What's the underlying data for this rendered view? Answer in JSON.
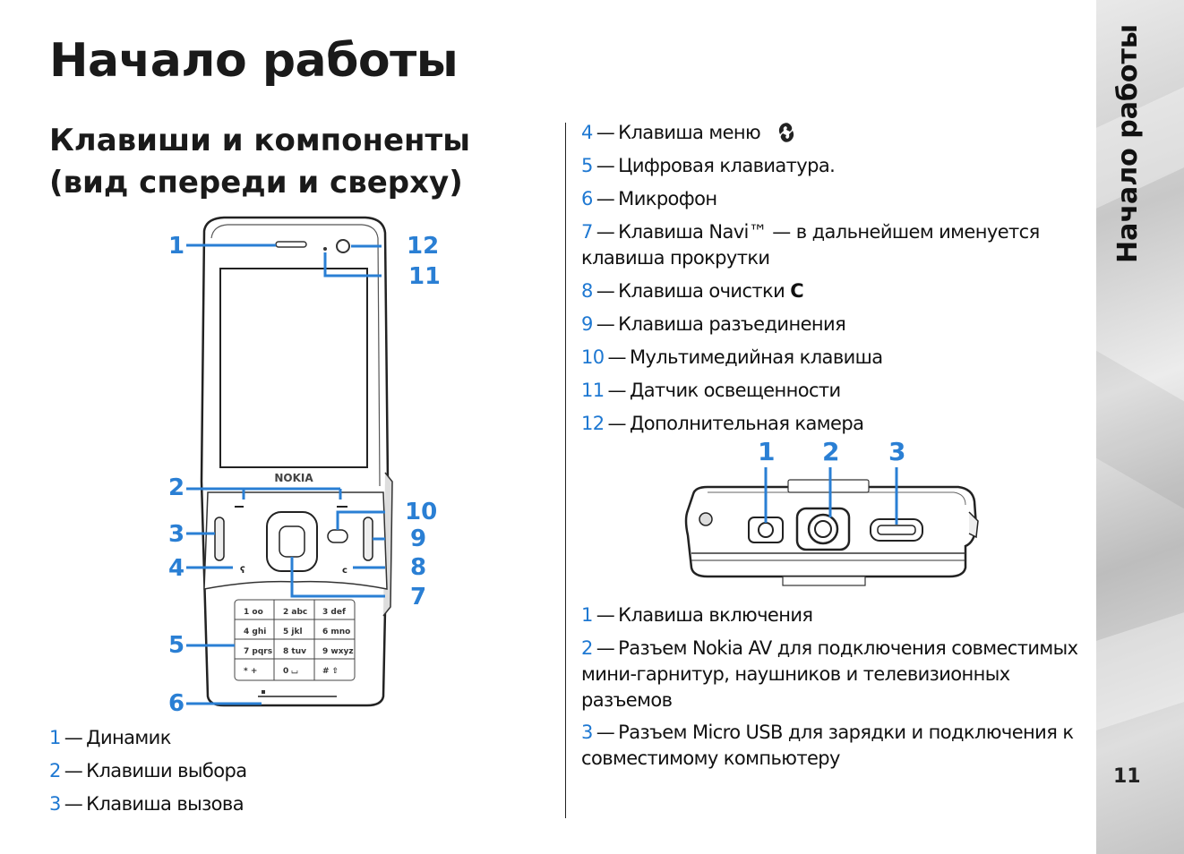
{
  "page": {
    "title": "Начало работы",
    "section_title": "Клавиши и компоненты (вид спереди и сверху)",
    "side_tab": "Начало работы",
    "page_number": "11"
  },
  "front_list": [
    {
      "num": "1",
      "text": "Динамик"
    },
    {
      "num": "2",
      "text": "Клавиши выбора"
    },
    {
      "num": "3",
      "text": "Клавиша вызова"
    },
    {
      "num": "4",
      "text": "Клавиша меню"
    },
    {
      "num": "5",
      "text": "Цифровая клавиатура."
    },
    {
      "num": "6",
      "text": "Микрофон"
    },
    {
      "num": "7",
      "text": "Клавиша Navi™ — в дальнейшем именуется клавиша прокрутки"
    },
    {
      "num": "8",
      "text": "Клавиша очистки",
      "key": "C"
    },
    {
      "num": "9",
      "text": "Клавиша разъединения"
    },
    {
      "num": "10",
      "text": "Мультимедийная клавиша"
    },
    {
      "num": "11",
      "text": "Датчик освещенности"
    },
    {
      "num": "12",
      "text": "Дополнительная камера"
    }
  ],
  "top_list": [
    {
      "num": "1",
      "text": "Клавиша включения"
    },
    {
      "num": "2",
      "text": "Разъем Nokia AV для подключения совместимых мини-гарнитур, наушников и телевизионных разъемов"
    },
    {
      "num": "3",
      "text": "Разъем Micro USB для зарядки и подключения к совместимому компьютеру"
    }
  ],
  "phone_front": {
    "brand": "NOKIA",
    "callouts": [
      "1",
      "2",
      "3",
      "4",
      "5",
      "6",
      "7",
      "8",
      "9",
      "10",
      "11",
      "12"
    ]
  },
  "phone_top": {
    "callouts": [
      "1",
      "2",
      "3"
    ]
  },
  "colors": {
    "accent": "#1e78d2",
    "callout": "#2a7fd4"
  },
  "icons": {
    "menu_key": "menu-key-icon"
  }
}
